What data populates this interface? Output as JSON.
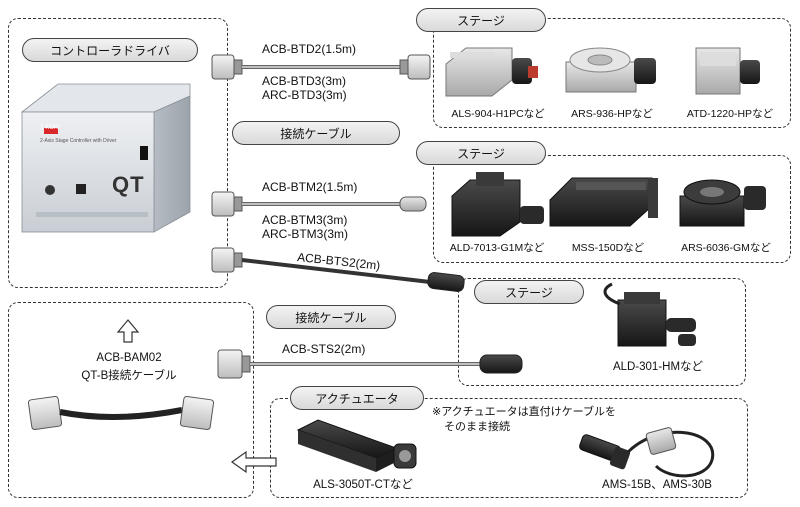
{
  "controller": {
    "title": "コントローラドライバ",
    "brand": "QT",
    "front_badge": "Σ KOKI",
    "front_note": "2-Axis Stage Controller with Driver"
  },
  "cable_groups": [
    {
      "label": "",
      "cables": [
        "ACB-BTD2(1.5m)",
        "ACB-BTD3(3m)",
        "ARC-BTD3(3m)"
      ]
    },
    {
      "label": "接続ケーブル",
      "cables": [
        "ACB-BTM2(1.5m)",
        "ACB-BTM3(3m)",
        "ARC-BTM3(3m)"
      ]
    },
    {
      "label": "",
      "cables": [
        "ACB-BTS2(2m)"
      ]
    },
    {
      "label": "接続ケーブル",
      "cables": [
        "ACB-STS2(2m)"
      ]
    }
  ],
  "stage_groups": [
    {
      "label": "ステージ",
      "products": [
        "ALS-904-H1PCなど",
        "ARS-936-HPなど",
        "ATD-1220-HPなど"
      ]
    },
    {
      "label": "ステージ",
      "products": [
        "ALD-7013-G1Mなど",
        "MSS-150Dなど",
        "ARS-6036-GMなど"
      ]
    },
    {
      "label": "ステージ",
      "products": [
        "ALD-301-HMなど"
      ]
    }
  ],
  "actuator_group": {
    "label": "アクチュエータ",
    "note_line1": "※アクチュエータは直付けケーブルを",
    "note_line2": "そのまま接続",
    "products": [
      "ALS-3050T-CTなど",
      "AMS-15B、AMS-30B"
    ]
  },
  "bam_cable": {
    "line1": "ACB-BAM02",
    "line2": "QT-B接続ケーブル"
  },
  "colors": {
    "dashed_border": "#333333",
    "pill_fill_top": "#f3f3f3",
    "pill_fill_bottom": "#d9d9d9",
    "controller_body": "#d6dadf",
    "stage_dark": "#2a2a2a",
    "stage_silver": "#c9c9c9"
  }
}
